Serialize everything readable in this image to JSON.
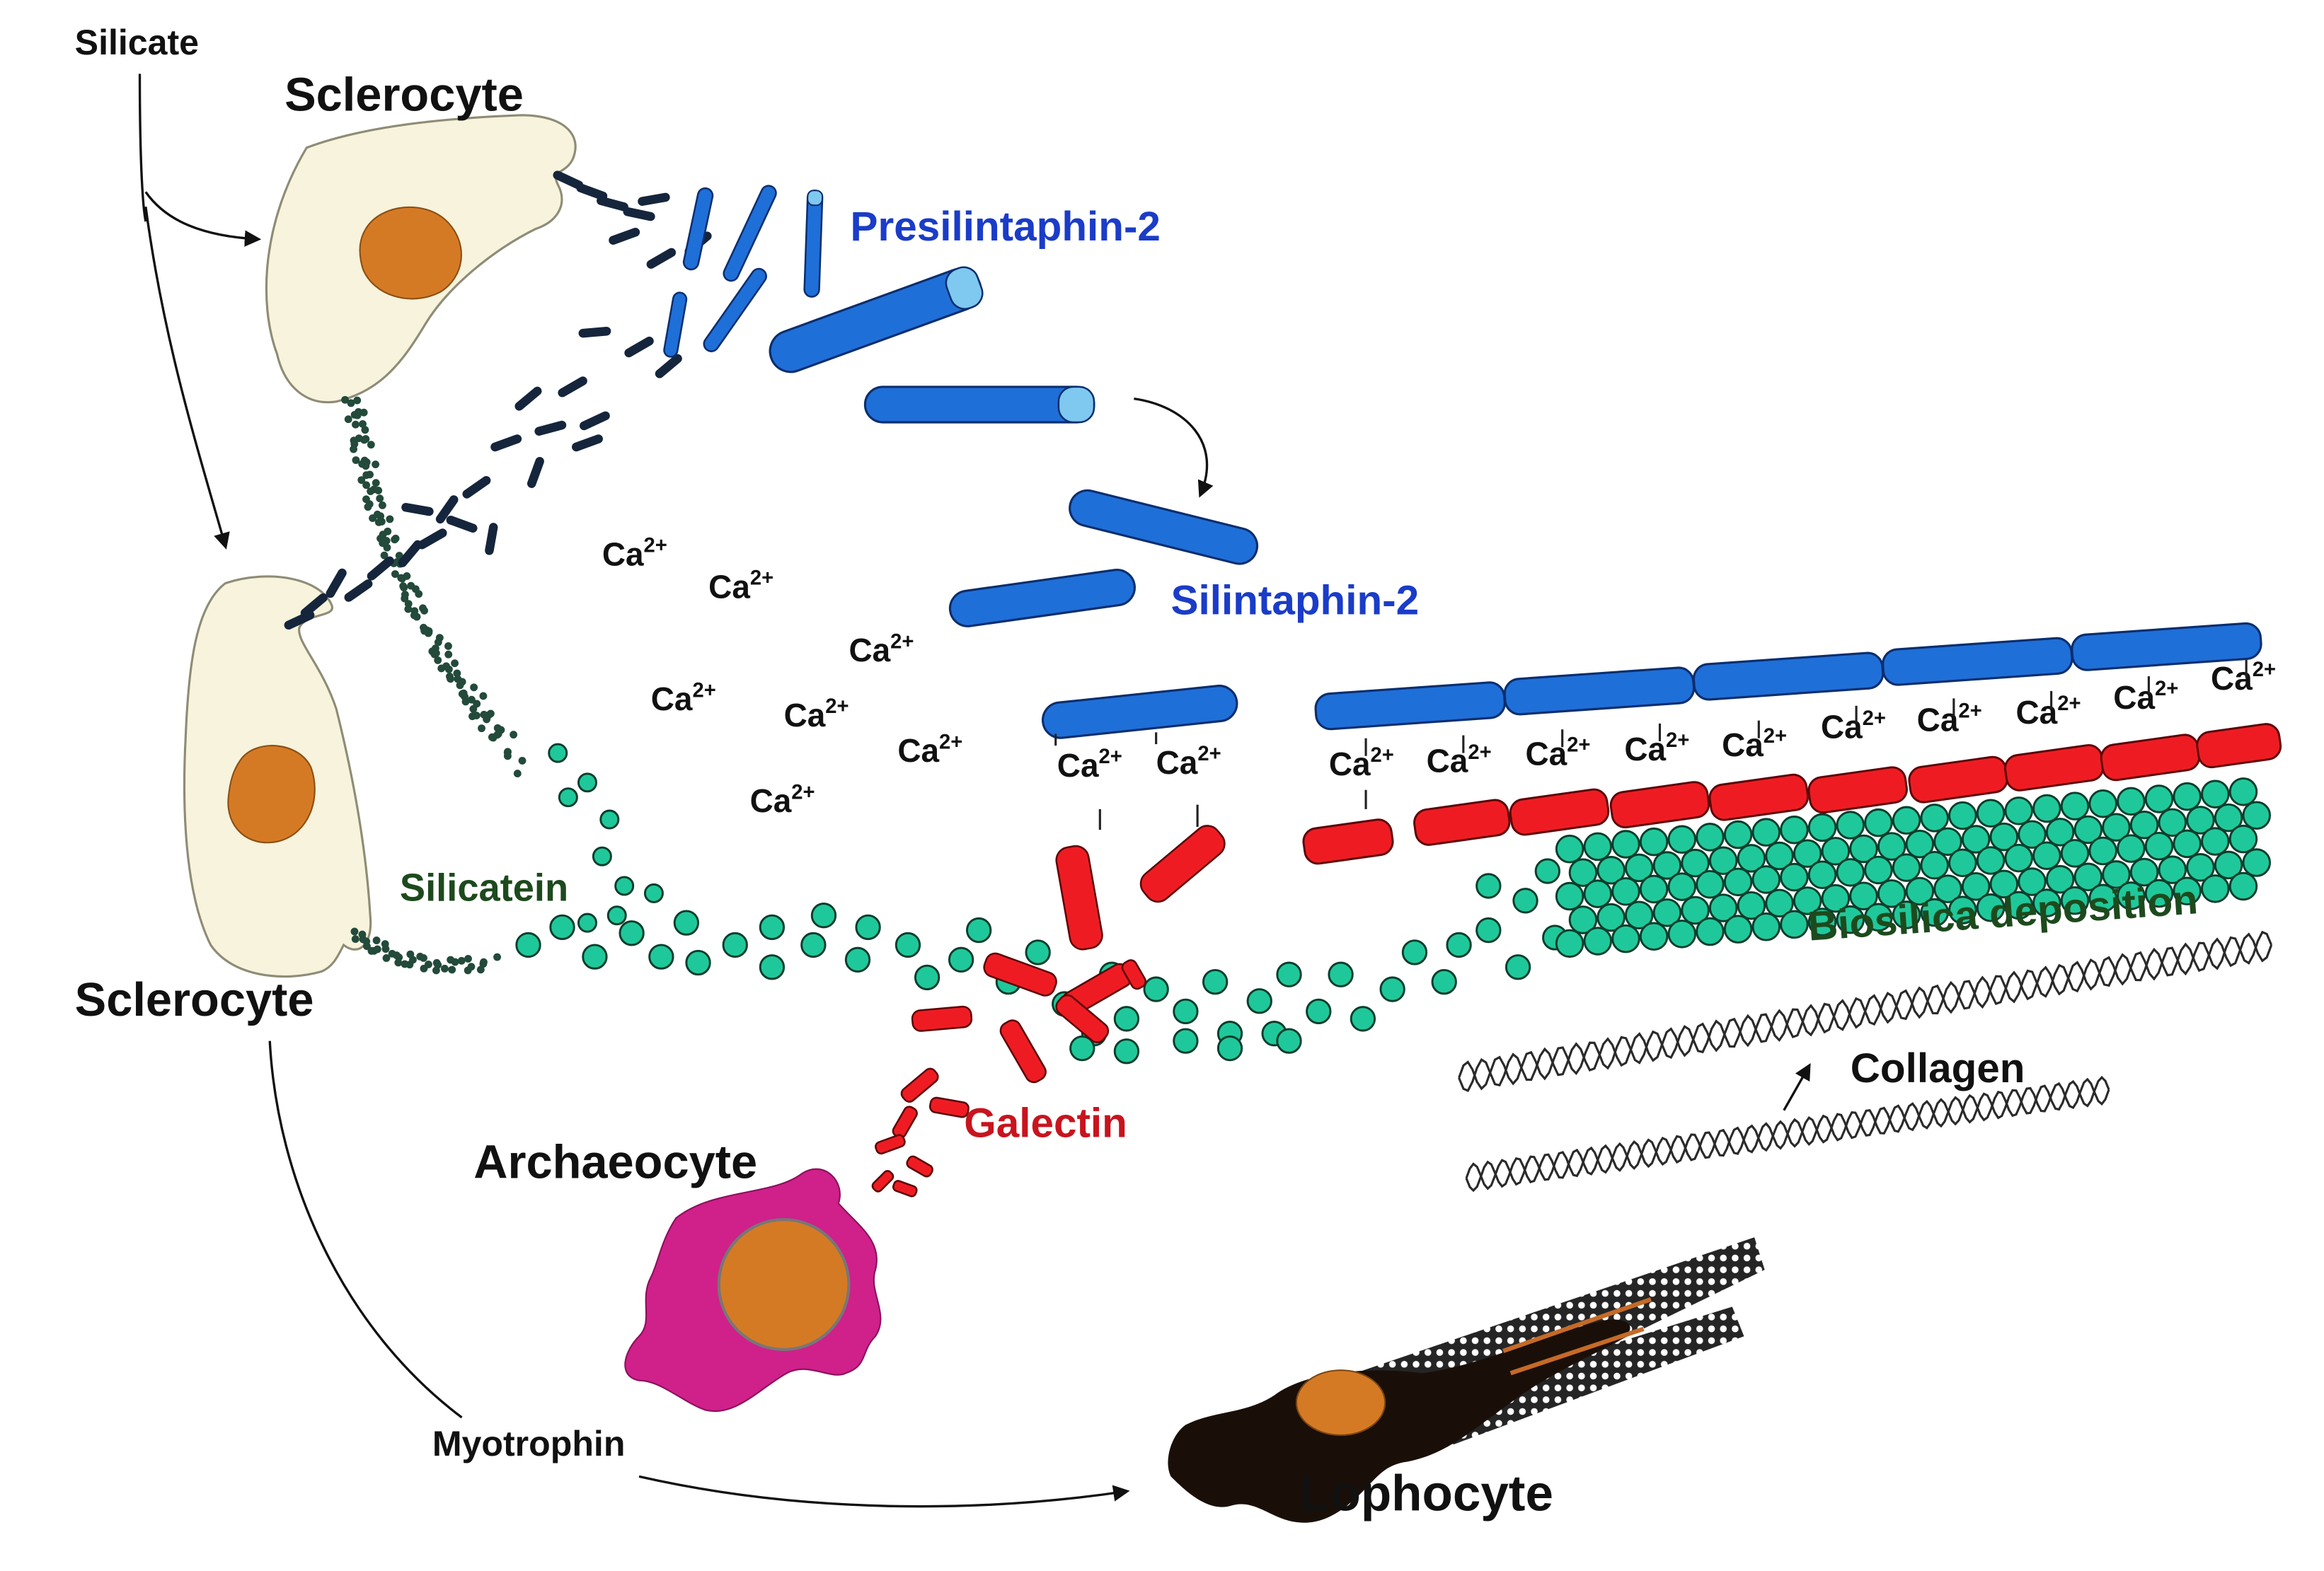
{
  "labels": {
    "silicate": "Silicate",
    "sclerocyte_top": "Sclerocyte",
    "sclerocyte_bottom": "Sclerocyte",
    "presilintaphin": "Presilintaphin-2",
    "silintaphin": "Silintaphin-2",
    "silicatein": "Silicatein",
    "biosilica": "Biosilica deposition",
    "collagen": "Collagen",
    "galectin": "Galectin",
    "archaeocyte": "Archaeocyte",
    "myotrophin": "Myotrophin",
    "lophocyte": "Lophocyte"
  },
  "ion": {
    "base": "Ca",
    "charge": "2+"
  },
  "colors": {
    "protein_blue": "#1f6fd8",
    "protein_blue_cap": "#7fc8f0",
    "galectin_red": "#ee1c22",
    "silica_green": "#1fc89a",
    "cell_fill": "#f7f3dc",
    "nucleus": "#d57a24",
    "archaeocyte": "#d0208a",
    "lophocyte": "#1a0f08",
    "label_blue": "#1a3cc8",
    "label_green": "#1d4a1d",
    "label_red": "#c8141e"
  },
  "icons": [
    "sclerocyte-cell-icon",
    "archaeocyte-cell-icon",
    "lophocyte-cell-icon",
    "collagen-fiber-icon"
  ]
}
